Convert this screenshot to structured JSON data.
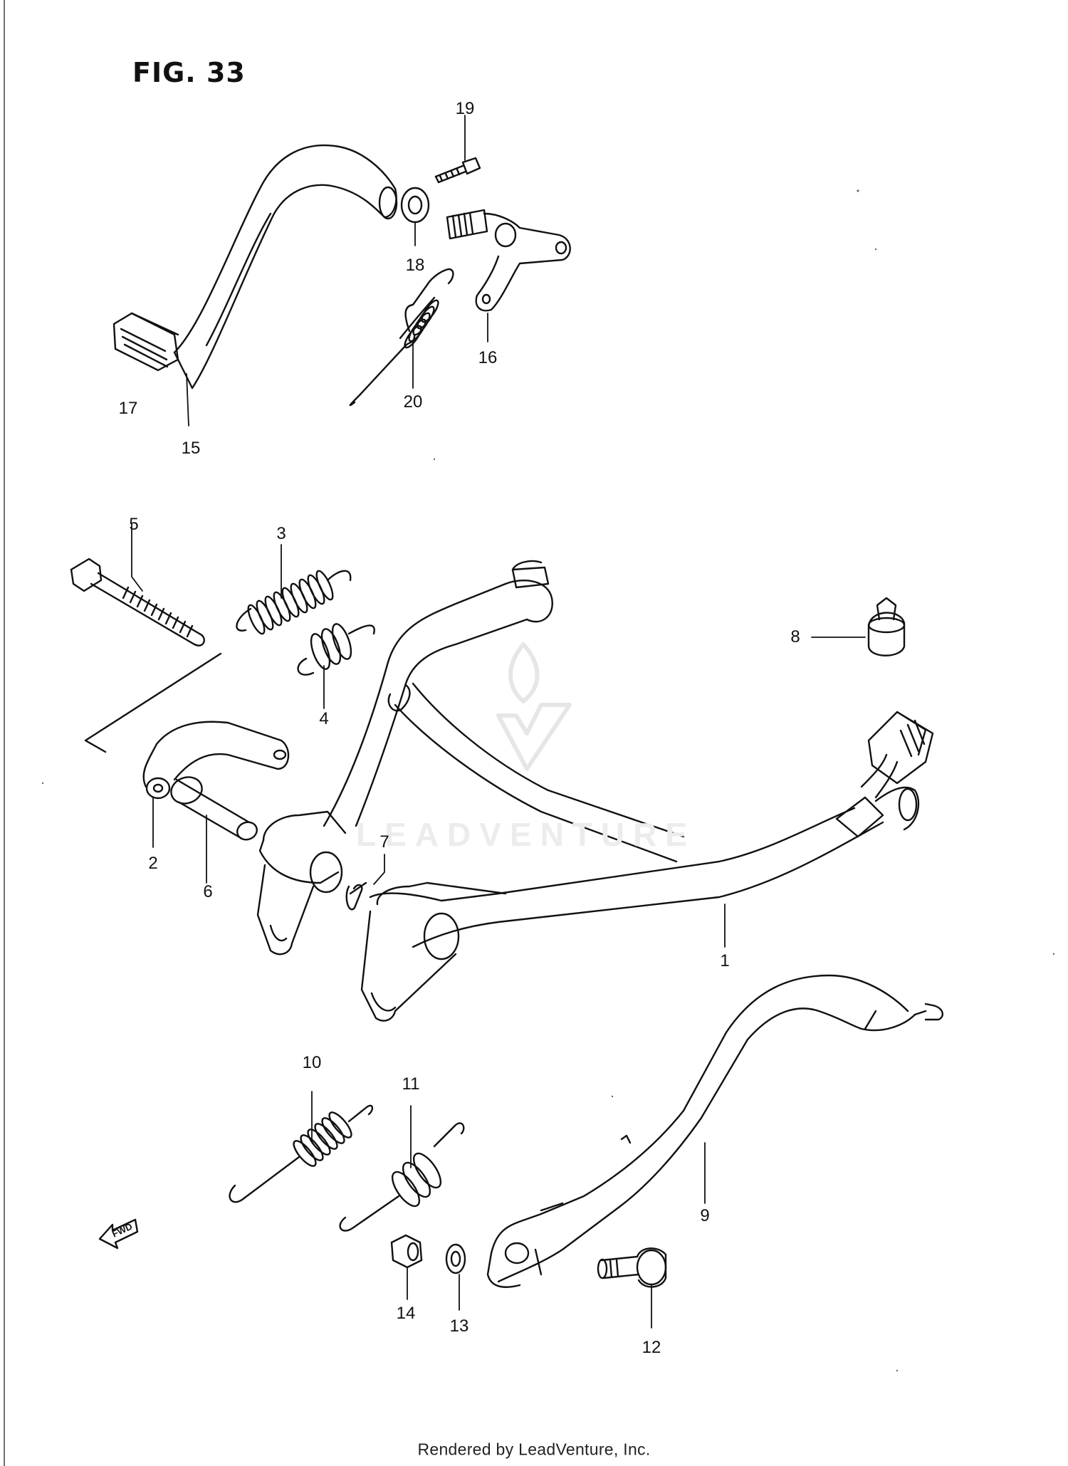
{
  "figure": {
    "title": "FIG. 33"
  },
  "watermark": "LEADVENTURE",
  "fwd_label": "FWD",
  "footer": "Rendered by LeadVenture, Inc.",
  "callouts": [
    {
      "id": "19",
      "label": "19"
    },
    {
      "id": "18",
      "label": "18"
    },
    {
      "id": "16",
      "label": "16"
    },
    {
      "id": "20",
      "label": "20"
    },
    {
      "id": "17",
      "label": "17"
    },
    {
      "id": "15",
      "label": "15"
    },
    {
      "id": "5",
      "label": "5"
    },
    {
      "id": "3",
      "label": "3"
    },
    {
      "id": "4",
      "label": "4"
    },
    {
      "id": "8",
      "label": "8"
    },
    {
      "id": "2",
      "label": "2"
    },
    {
      "id": "6",
      "label": "6"
    },
    {
      "id": "7",
      "label": "7"
    },
    {
      "id": "1",
      "label": "1"
    },
    {
      "id": "10",
      "label": "10"
    },
    {
      "id": "11",
      "label": "11"
    },
    {
      "id": "9",
      "label": "9"
    },
    {
      "id": "14",
      "label": "14"
    },
    {
      "id": "13",
      "label": "13"
    },
    {
      "id": "12",
      "label": "12"
    }
  ]
}
